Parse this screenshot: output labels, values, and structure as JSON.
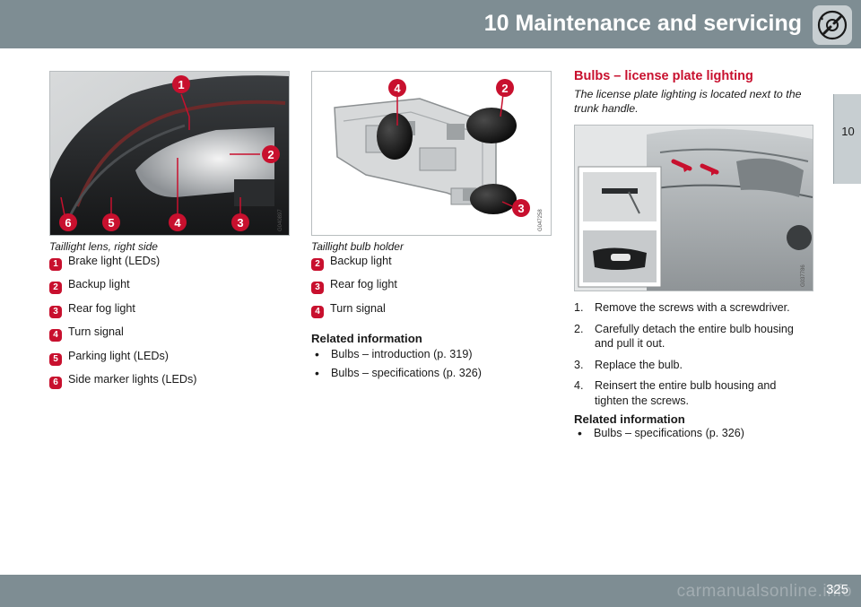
{
  "header": {
    "title": "10 Maintenance and servicing",
    "icon": "wrench-gear-icon"
  },
  "side_tab": {
    "label": "10"
  },
  "figure1": {
    "code": "G040897",
    "caption": "Taillight lens, right side",
    "markers": [
      "1",
      "2",
      "3",
      "4",
      "5",
      "6"
    ]
  },
  "list1": [
    {
      "num": "1",
      "text": "Brake light (LEDs)"
    },
    {
      "num": "2",
      "text": "Backup light"
    },
    {
      "num": "3",
      "text": "Rear fog light"
    },
    {
      "num": "4",
      "text": "Turn signal"
    },
    {
      "num": "5",
      "text": "Parking light (LEDs)"
    },
    {
      "num": "6",
      "text": "Side marker lights (LEDs)"
    }
  ],
  "figure2": {
    "code": "G047258",
    "caption": "Taillight bulb holder",
    "markers": [
      "4",
      "2",
      "3"
    ]
  },
  "list2": [
    {
      "num": "2",
      "text": "Backup light"
    },
    {
      "num": "3",
      "text": "Rear fog light"
    },
    {
      "num": "4",
      "text": "Turn signal"
    }
  ],
  "related1": {
    "heading": "Related information",
    "items": [
      "Bulbs – introduction (p. 319)",
      "Bulbs – specifications (p. 326)"
    ]
  },
  "section": {
    "title": "Bulbs – license plate lighting",
    "intro": "The license plate lighting is located next to the trunk handle."
  },
  "figure3": {
    "code": "G037786"
  },
  "steps": [
    {
      "num": "1.",
      "text": "Remove the screws with a screwdriver."
    },
    {
      "num": "2.",
      "text": "Carefully detach the entire bulb housing and pull it out."
    },
    {
      "num": "3.",
      "text": "Replace the bulb."
    },
    {
      "num": "4.",
      "text": "Reinsert the entire bulb housing and tighten the screws."
    }
  ],
  "related2": {
    "heading": "Related information",
    "items": [
      "Bulbs – specifications (p. 326)"
    ]
  },
  "footer": {
    "page": "325",
    "watermark": "carmanualsonline.info"
  },
  "colors": {
    "header": "#7e8d93",
    "accent": "#c8102e",
    "tab": "#c7ced1"
  }
}
